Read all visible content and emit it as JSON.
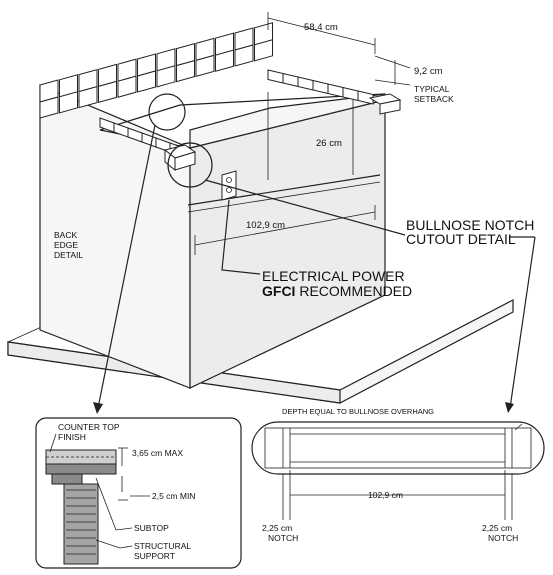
{
  "dimensions": {
    "top_width": "58,4 cm",
    "setback_depth": "9,2 cm",
    "opening_height": "26 cm",
    "opening_width": "102,9 cm"
  },
  "labels": {
    "typical_setback_1": "TYPICAL",
    "typical_setback_2": "SETBACK",
    "back_edge_1": "BACK",
    "back_edge_2": "EDGE",
    "back_edge_3": "DETAIL",
    "bullnose_1": "BULLNOSE NOTCH",
    "bullnose_2": "CUTOUT DETAIL",
    "power_1": "ELECTRICAL POWER",
    "power_2_bold": "GFCI",
    "power_2_rest": "RECOMMENDED"
  },
  "back_edge_detail": {
    "counter_top_1": "COUNTER TOP",
    "counter_top_2": "FINISH",
    "max_thickness": "3,65 cm MAX",
    "min_thickness": "2,5 cm MIN",
    "subtop": "SUBTOP",
    "structural_1": "STRUCTURAL",
    "structural_2": "SUPPORT"
  },
  "notch_detail": {
    "title": "DEPTH EQUAL TO BULLNOSE OVERHANG",
    "width": "102,9 cm",
    "notch_left_value": "2,25 cm",
    "notch_left_label": "NOTCH",
    "notch_right_value": "2,25 cm",
    "notch_right_label": "NOTCH"
  }
}
